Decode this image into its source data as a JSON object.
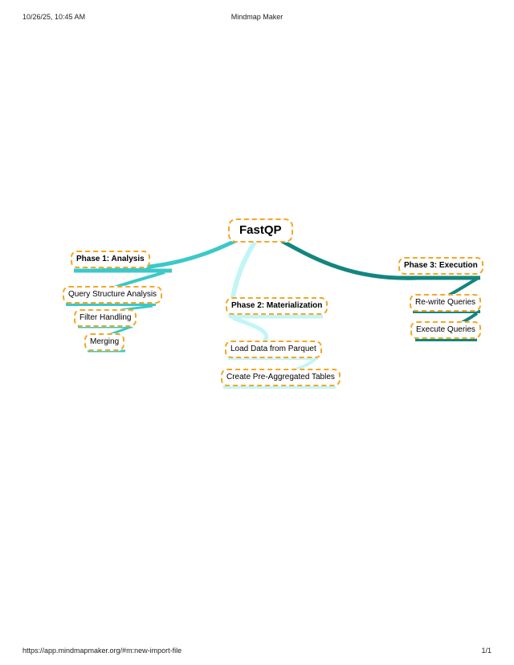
{
  "header": {
    "datetime": "10/26/25, 10:45 AM",
    "title": "Mindmap Maker"
  },
  "footer": {
    "url": "https://app.mindmapmaker.org/#m:new-import-file",
    "page": "1/1"
  },
  "mindmap": {
    "root": "FastQP",
    "branches": [
      {
        "label": "Phase 1: Analysis",
        "color": "#3cc8c8",
        "children": [
          "Query Structure Analysis",
          "Filter Handling",
          "Merging"
        ]
      },
      {
        "label": "Phase 2: Materialization",
        "color": "#c2f5f8",
        "children": [
          "Load Data from Parquet",
          "Create Pre-Aggregated Tables"
        ]
      },
      {
        "label": "Phase 3: Execution",
        "color": "#13857f",
        "children": [
          "Re-write Queries",
          "Execute Queries"
        ]
      }
    ],
    "node_border_color": "#f5a623"
  }
}
